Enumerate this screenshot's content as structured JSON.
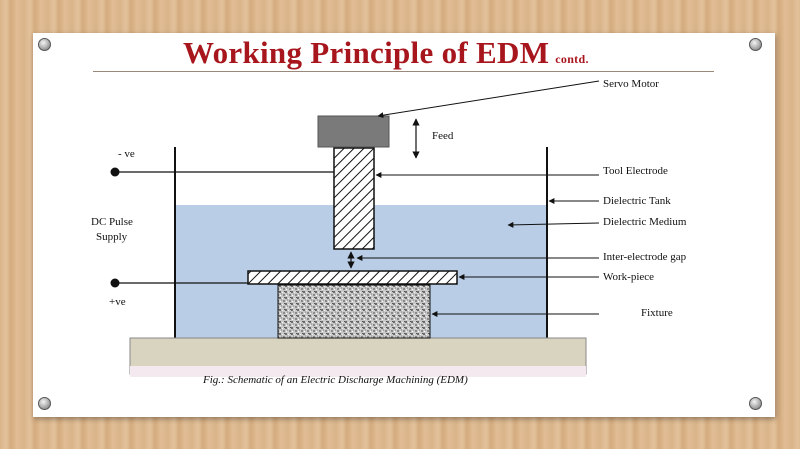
{
  "slide": {
    "title": "Working Principle of EDM",
    "title_suffix": "contd.",
    "title_color": "#a8161d"
  },
  "diagram": {
    "labels": {
      "servo_motor": "Servo Motor",
      "feed": "Feed",
      "neg": "- ve",
      "pos": "+ve",
      "dc_pulse_1": "DC Pulse",
      "dc_pulse_2": "Supply",
      "tool_electrode": "Tool Electrode",
      "dielectric_tank": "Dielectric Tank",
      "dielectric_medium": "Dielectric Medium",
      "gap": "Inter-electrode gap",
      "workpiece": "Work-piece",
      "fixture": "Fixture"
    },
    "caption": "Fig.: Schematic of  an Electric Discharge Machining (EDM)",
    "colors": {
      "dielectric": "#b9cde6",
      "servo": "#7a7a7a",
      "base": "#d9d4bf"
    }
  }
}
